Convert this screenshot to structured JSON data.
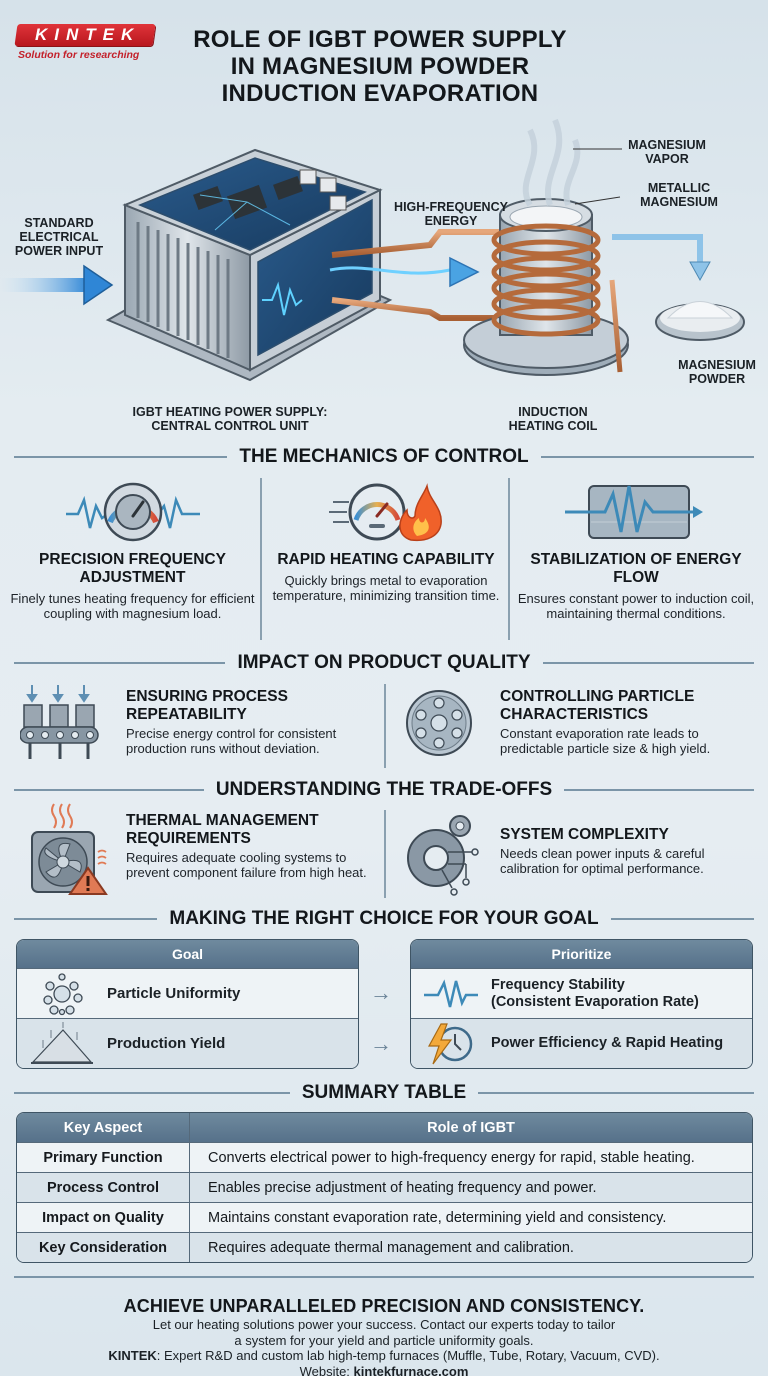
{
  "header": {
    "logo_text": "KINTEK",
    "logo_tagline": "Solution for researching",
    "title_lines": [
      "ROLE OF IGBT POWER SUPPLY",
      "IN MAGNESIUM POWDER",
      "INDUCTION EVAPORATION"
    ]
  },
  "hero": {
    "labels": {
      "power_input": "STANDARD ELECTRICAL POWER INPUT",
      "igbt_unit": "IGBT HEATING POWER SUPPLY: CENTRAL CONTROL UNIT",
      "hf_energy": "HIGH-FREQUENCY ENERGY",
      "vapor": "MAGNESIUM VAPOR",
      "metallic": "METALLIC MAGNESIUM",
      "coil": "INDUCTION HEATING COIL",
      "powder": "MAGNESIUM POWDER"
    }
  },
  "mechanics": {
    "heading": "THE MECHANICS OF CONTROL",
    "items": [
      {
        "icon": "dial-gauge-icon",
        "title": "PRECISION FREQUENCY ADJUSTMENT",
        "text": "Finely tunes heating frequency for efficient coupling with magnesium load."
      },
      {
        "icon": "speedometer-flame-icon",
        "title": "RAPID HEATING CAPABILITY",
        "text": "Quickly brings metal to evaporation temperature, minimizing transition time."
      },
      {
        "icon": "waveform-arrow-icon",
        "title": "STABILIZATION OF ENERGY FLOW",
        "text": "Ensures constant power to induction coil, maintaining thermal conditions."
      }
    ]
  },
  "quality": {
    "heading": "IMPACT ON PRODUCT QUALITY",
    "items": [
      {
        "icon": "conveyor-icon",
        "title": "ENSURING PROCESS REPEATABILITY",
        "text": "Precise energy control for consistent production runs without deviation."
      },
      {
        "icon": "particles-dish-icon",
        "title": "CONTROLLING PARTICLE CHARACTERISTICS",
        "text": "Constant evaporation rate leads to predictable particle size & high yield."
      }
    ]
  },
  "tradeoffs": {
    "heading": "UNDERSTANDING THE TRADE-OFFS",
    "items": [
      {
        "icon": "fan-warning-icon",
        "title": "THERMAL MANAGEMENT REQUIREMENTS",
        "text": "Requires adequate cooling systems to prevent component failure from high heat."
      },
      {
        "icon": "gear-circuit-icon",
        "title": "SYSTEM COMPLEXITY",
        "text": "Needs clean power inputs & careful calibration for optimal performance."
      }
    ]
  },
  "choice": {
    "heading": "MAKING THE RIGHT CHOICE FOR YOUR GOAL",
    "goal_header": "Goal",
    "prioritize_header": "Prioritize",
    "rows": [
      {
        "goal": "Particle Uniformity",
        "goal_icon": "particles-icon",
        "priority_line1": "Frequency Stability",
        "priority_line2": "(Consistent Evaporation Rate)",
        "priority_icon": "waveform-icon"
      },
      {
        "goal": "Production Yield",
        "goal_icon": "powder-pile-icon",
        "priority_line1": "Power Efficiency & Rapid Heating",
        "priority_line2": "",
        "priority_icon": "bolt-clock-icon"
      }
    ]
  },
  "summary": {
    "heading": "SUMMARY TABLE",
    "columns": [
      "Key Aspect",
      "Role of IGBT"
    ],
    "rows": [
      [
        "Primary Function",
        "Converts electrical power to high-frequency energy for rapid, stable heating."
      ],
      [
        "Process Control",
        "Enables precise adjustment of heating frequency and power."
      ],
      [
        "Impact on Quality",
        "Maintains constant evaporation rate, determining yield and consistency."
      ],
      [
        "Key Consideration",
        "Requires adequate thermal management and calibration."
      ]
    ]
  },
  "footer": {
    "headline": "ACHIEVE UNPARALLELED PRECISION AND CONSISTENCY.",
    "line1": "Let our heating solutions power your success. Contact our experts today to tailor",
    "line2": "a system for your yield and particle uniformity goals.",
    "brand": "KINTEK",
    "line3": ": Expert R&D and custom lab high-temp furnaces (Muffle, Tube, Rotary, Vacuum, CVD).",
    "website_label": "Website: ",
    "website": "kintekfurnace.com"
  },
  "colors": {
    "brand_red": "#c3202a",
    "table_header": "#5f7b91",
    "accent_blue": "#3a8fd4",
    "copper": "#c07a4a"
  }
}
